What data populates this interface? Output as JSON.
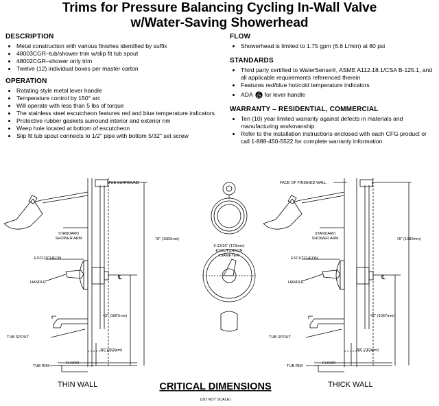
{
  "header": {
    "title_line1": "Trims for Pressure Balancing Cycling In-Wall Valve",
    "title_line2": "w/Water-Saving Showerhead"
  },
  "description": {
    "heading": "DESCRIPTION",
    "items": [
      "Metal construction with various finishes identified by suffix",
      "48003CGR–tub/shower trim w/slip fit tub spout",
      "48002CGR–shower only trim",
      "Twelve (12) individual boxes per master carton"
    ]
  },
  "operation": {
    "heading": "OPERATION",
    "items": [
      "Rotating style metal lever handle",
      "Temperature control by 150° arc",
      "Will operate with less than 5 lbs of torque",
      "The stainless steel escutcheon features red and blue temperature indicators",
      "Protective rubber gaskets surround interior and exterior rim",
      "Weep hole located at bottom of escutcheon",
      "Slip fit tub spout connects to 1/2\" pipe with bottom 5/32\" set screw"
    ]
  },
  "flow": {
    "heading": "FLOW",
    "items": [
      "Showerhead is limited to 1.75 gpm (6.6 L/min) at 80 psi"
    ]
  },
  "standards": {
    "heading": "STANDARDS",
    "items": [
      "Third party certified to WaterSense®, ASME A112.18.1/CSA B-125.1, and all applicable requirements referenced therein",
      "Features red/blue hot/cold temperature indicators"
    ],
    "ada_prefix": "ADA",
    "ada_suffix": "for lever handle"
  },
  "warranty": {
    "heading": "WARRANTY – RESIDENTIAL, COMMERCIAL",
    "items": [
      "Ten (10) year limited warranty against defects in materials and manufacturing workmanship",
      "Refer to the installation instructions enclosed with each CFG product or call 1-888-450-5522 for complete warranty information"
    ]
  },
  "diagram": {
    "left": {
      "tub_surround": "TUB SURROUND",
      "shower_arm_1": "STANDARD",
      "shower_arm_2": "SHOWER ARM",
      "escutcheon": "ESCUTCHEON",
      "handle": "HANDLE",
      "tub_spout": "TUB SPOUT",
      "tub_rim": "TUB RIM",
      "floor": "FLOOR",
      "dim_78": "78\" (1982mm)",
      "dim_42": "42\" (1067mm)",
      "dim_30": "30\" (762mm)",
      "caption": "THIN WALL"
    },
    "center": {
      "esc_dim_1": "6-13/16\" (173mm)",
      "esc_dim_2": "ESCUTCHEON",
      "esc_dim_3": "DIAMETER"
    },
    "right": {
      "face_wall": "FACE OF FINISHED WALL",
      "shower_arm_1": "STANDARD",
      "shower_arm_2": "SHOWER ARM",
      "escutcheon": "ESCUTCHEON",
      "handle": "HANDLE",
      "tub_spout": "TUB SPOUT",
      "tub_rim": "TUB RIM",
      "floor": "FLOOR",
      "dim_78": "78\" (1982mm)",
      "dim_42": "42\" (1067mm)",
      "dim_30": "30\" (762mm)",
      "caption": "THICK WALL"
    },
    "centerline_symbol": "℄",
    "critical": "CRITICAL DIMENSIONS",
    "no_scale": "(DO NOT SCALE)"
  }
}
